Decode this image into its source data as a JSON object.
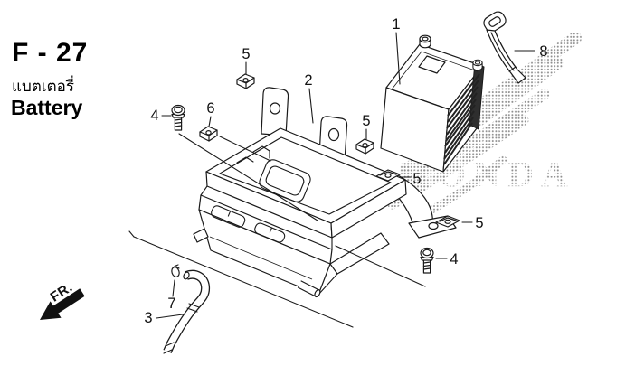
{
  "header": {
    "page_code": "F - 27",
    "subtitle_thai": "แบตเตอรี่",
    "subtitle_en": "Battery"
  },
  "watermark": {
    "brand": "HONDA",
    "dot_color": "#8f8f8f"
  },
  "direction": {
    "label": "FR."
  },
  "style": {
    "line_color": "#1a1a1a",
    "background": "#ffffff",
    "label_color": "#111111"
  },
  "callouts": {
    "battery": "1",
    "battery_box": "2",
    "drain_tube": "3",
    "bolt": "4",
    "clip": "5",
    "nut_clip": "6",
    "tube_clamp": "7",
    "battery_band": "8"
  }
}
